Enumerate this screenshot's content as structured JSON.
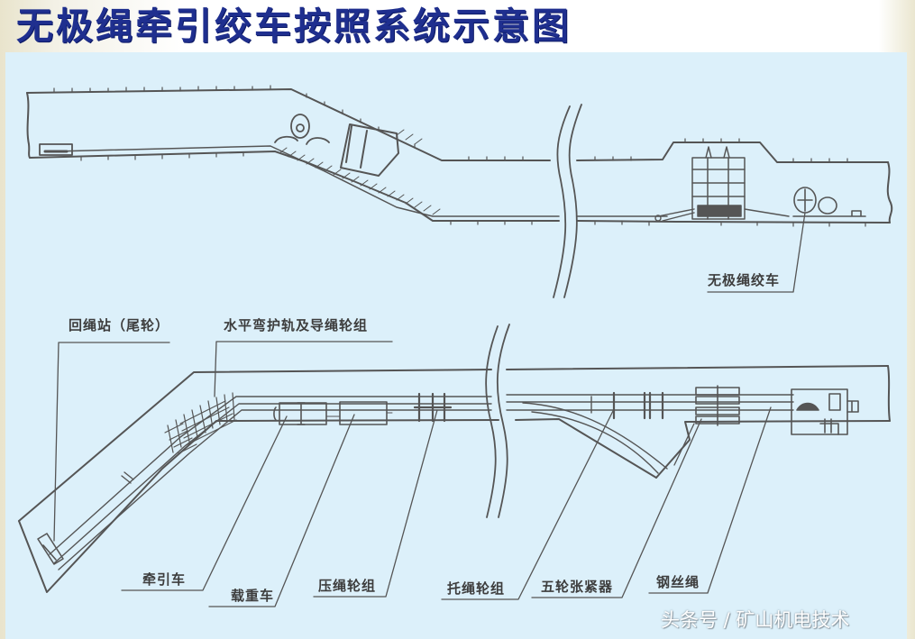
{
  "title": "无极绳牵引绞车按照系统示意图",
  "colors": {
    "title": "#1f2f8f",
    "panel_background": "#dcf0fa",
    "line": "#555555",
    "label_text": "#3d3d3d"
  },
  "upper_diagram": {
    "name": "elevation-view",
    "labels": {
      "winch": "无极绳绞车"
    }
  },
  "lower_diagram": {
    "name": "plan-view",
    "labels": {
      "return_station": "回绳站（尾轮）",
      "horizontal_bend_guard": "水平弯护轨及导绳轮组",
      "tractor_car": "牵引车",
      "load_car": "载重车",
      "press_rope_wheels": "压绳轮组",
      "support_rope_wheels": "托绳轮组",
      "five_wheel_tensioner": "五轮张紧器",
      "wire_rope": "钢丝绳"
    }
  },
  "watermark": "头条号 / 矿山机电技术"
}
